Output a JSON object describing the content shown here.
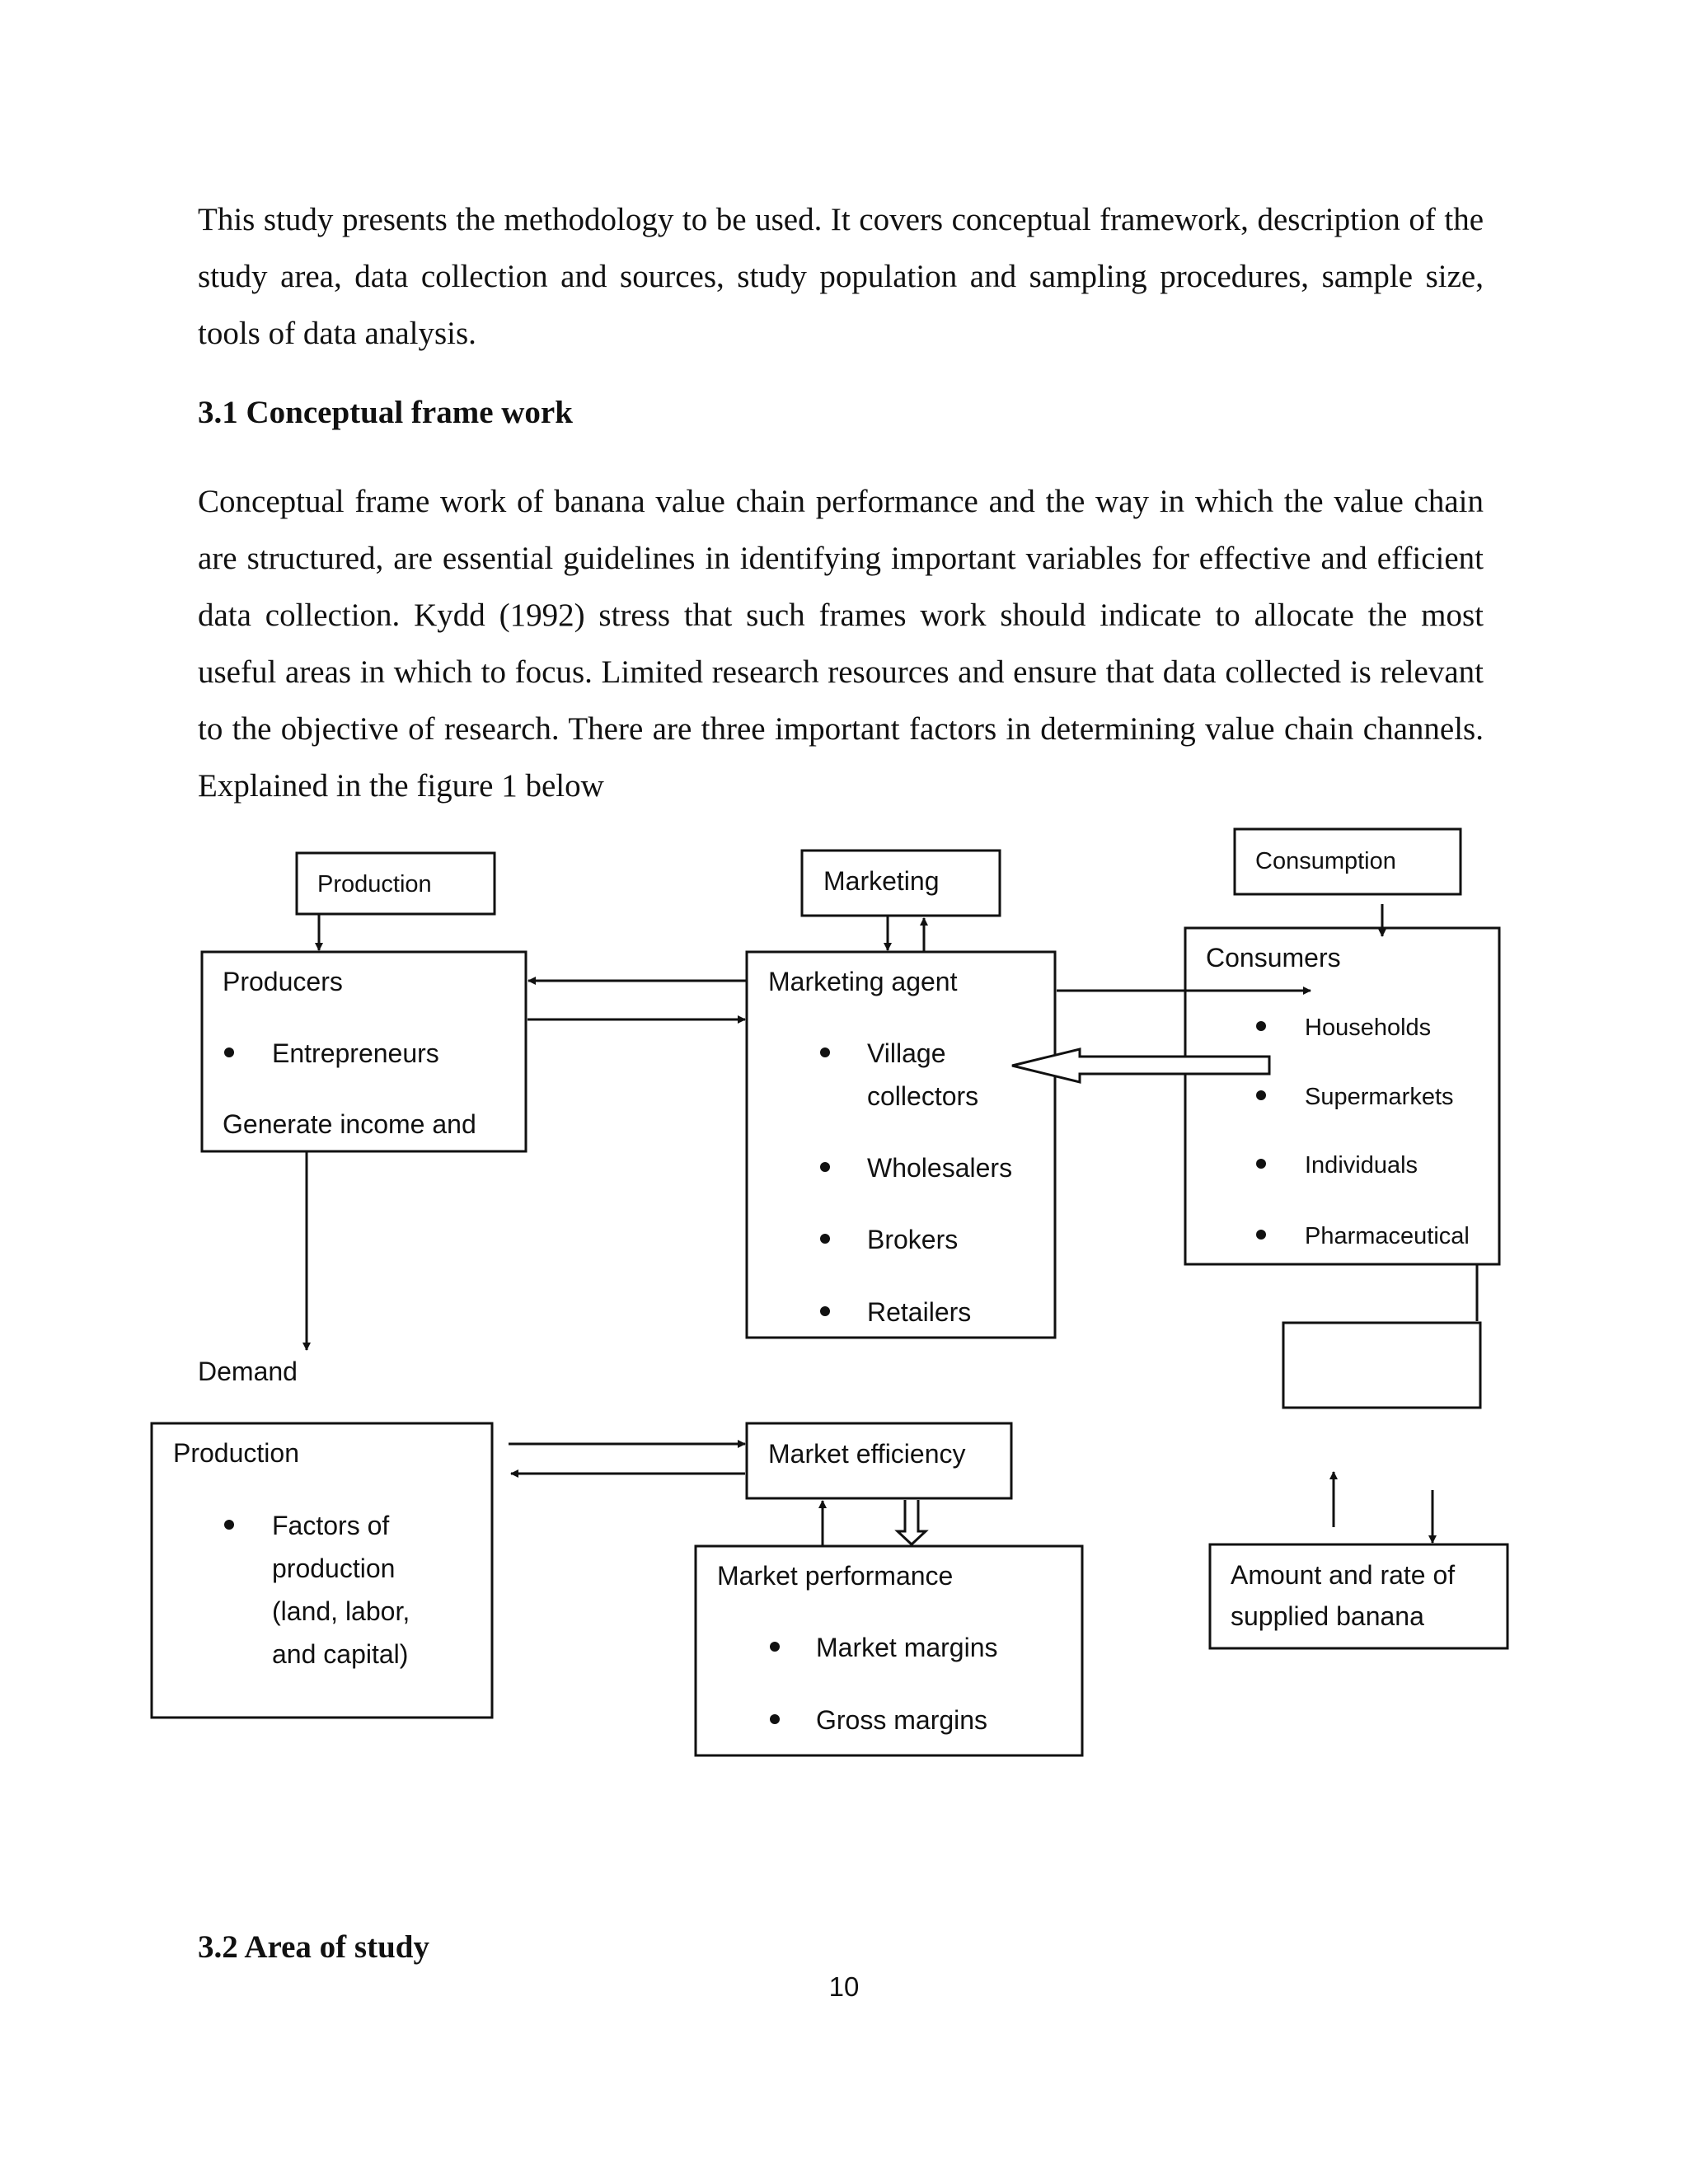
{
  "intro_paragraph": "This study presents the methodology to be used. It covers conceptual framework, description of the study area, data collection and sources, study population and sampling procedures, sample size, tools of data analysis.",
  "section_3_1": {
    "heading": "3.1 Conceptual frame work",
    "paragraph": "Conceptual frame work of banana value chain performance and the way in which the value chain are structured, are essential guidelines in identifying important variables for effective and efficient data collection. Kydd (1992) stress that such frames work should indicate to allocate the most useful areas in which to focus. Limited research resources and ensure that data collected is relevant to the objective of research. There are three important factors in determining value chain channels. Explained in the figure 1 below"
  },
  "diagram": {
    "production_header": "Production",
    "marketing_header": "Marketing",
    "consumption_header": "Consumption",
    "producers": {
      "title": "Producers",
      "bullet": "Entrepreneurs",
      "footer": "Generate income and"
    },
    "marketing_agent": {
      "title": "Marketing agent",
      "items": [
        "Village",
        "collectors",
        "Wholesalers",
        "Brokers",
        "Retailers"
      ]
    },
    "consumers": {
      "title": "Consumers",
      "items": [
        "Households",
        "Supermarkets",
        "Individuals",
        "Pharmaceutical"
      ]
    },
    "demand_label": "Demand",
    "production_box": {
      "title": "Production",
      "lines": [
        "Factors of",
        "production",
        "(land, labor,",
        "and capital)"
      ]
    },
    "market_efficiency": "Market efficiency",
    "market_performance": {
      "title": "Market performance",
      "items": [
        "Market margins",
        "Gross margins"
      ]
    },
    "supply_box": [
      "Amount and rate of",
      "supplied banana"
    ]
  },
  "section_3_2": {
    "heading": "3.2 Area of study"
  },
  "page_number": "10"
}
